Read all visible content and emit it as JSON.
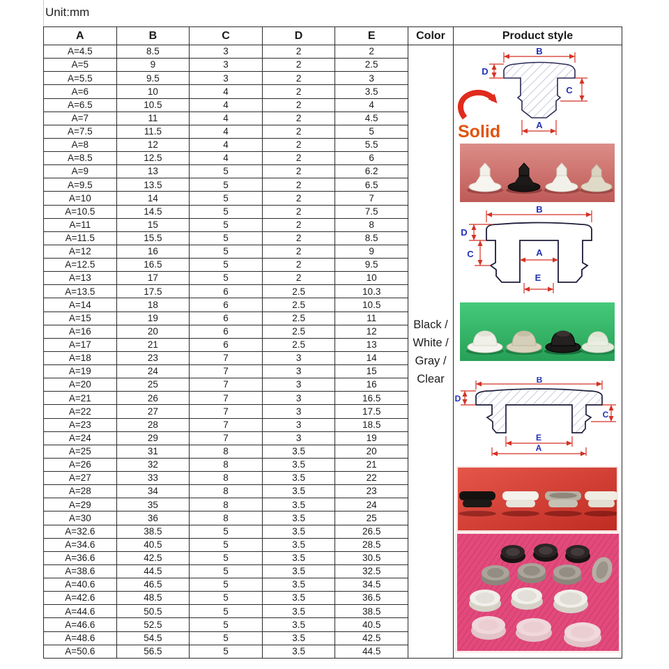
{
  "unit_label": "Unit:mm",
  "table": {
    "headers": [
      "A",
      "B",
      "C",
      "D",
      "E",
      "Color",
      "Product style"
    ],
    "keys": [
      "a",
      "b",
      "c",
      "d",
      "e"
    ],
    "rows": [
      [
        "A=4.5",
        "8.5",
        "3",
        "2",
        "2"
      ],
      [
        "A=5",
        "9",
        "3",
        "2",
        "2.5"
      ],
      [
        "A=5.5",
        "9.5",
        "3",
        "2",
        "3"
      ],
      [
        "A=6",
        "10",
        "4",
        "2",
        "3.5"
      ],
      [
        "A=6.5",
        "10.5",
        "4",
        "2",
        "4"
      ],
      [
        "A=7",
        "11",
        "4",
        "2",
        "4.5"
      ],
      [
        "A=7.5",
        "11.5",
        "4",
        "2",
        "5"
      ],
      [
        "A=8",
        "12",
        "4",
        "2",
        "5.5"
      ],
      [
        "A=8.5",
        "12.5",
        "4",
        "2",
        "6"
      ],
      [
        "A=9",
        "13",
        "5",
        "2",
        "6.2"
      ],
      [
        "A=9.5",
        "13.5",
        "5",
        "2",
        "6.5"
      ],
      [
        "A=10",
        "14",
        "5",
        "2",
        "7"
      ],
      [
        "A=10.5",
        "14.5",
        "5",
        "2",
        "7.5"
      ],
      [
        "A=11",
        "15",
        "5",
        "2",
        "8"
      ],
      [
        "A=11.5",
        "15.5",
        "5",
        "2",
        "8.5"
      ],
      [
        "A=12",
        "16",
        "5",
        "2",
        "9"
      ],
      [
        "A=12.5",
        "16.5",
        "5",
        "2",
        "9.5"
      ],
      [
        "A=13",
        "17",
        "5",
        "2",
        "10"
      ],
      [
        "A=13.5",
        "17.5",
        "6",
        "2.5",
        "10.3"
      ],
      [
        "A=14",
        "18",
        "6",
        "2.5",
        "10.5"
      ],
      [
        "A=15",
        "19",
        "6",
        "2.5",
        "11"
      ],
      [
        "A=16",
        "20",
        "6",
        "2.5",
        "12"
      ],
      [
        "A=17",
        "21",
        "6",
        "2.5",
        "13"
      ],
      [
        "A=18",
        "23",
        "7",
        "3",
        "14"
      ],
      [
        "A=19",
        "24",
        "7",
        "3",
        "15"
      ],
      [
        "A=20",
        "25",
        "7",
        "3",
        "16"
      ],
      [
        "A=21",
        "26",
        "7",
        "3",
        "16.5"
      ],
      [
        "A=22",
        "27",
        "7",
        "3",
        "17.5"
      ],
      [
        "A=23",
        "28",
        "7",
        "3",
        "18.5"
      ],
      [
        "A=24",
        "29",
        "7",
        "3",
        "19"
      ],
      [
        "A=25",
        "31",
        "8",
        "3.5",
        "20"
      ],
      [
        "A=26",
        "32",
        "8",
        "3.5",
        "21"
      ],
      [
        "A=27",
        "33",
        "8",
        "3.5",
        "22"
      ],
      [
        "A=28",
        "34",
        "8",
        "3.5",
        "23"
      ],
      [
        "A=29",
        "35",
        "8",
        "3.5",
        "24"
      ],
      [
        "A=30",
        "36",
        "8",
        "3.5",
        "25"
      ],
      [
        "A=32.6",
        "38.5",
        "5",
        "3.5",
        "26.5"
      ],
      [
        "A=34.6",
        "40.5",
        "5",
        "3.5",
        "28.5"
      ],
      [
        "A=36.6",
        "42.5",
        "5",
        "3.5",
        "30.5"
      ],
      [
        "A=38.6",
        "44.5",
        "5",
        "3.5",
        "32.5"
      ],
      [
        "A=40.6",
        "46.5",
        "5",
        "3.5",
        "34.5"
      ],
      [
        "A=42.6",
        "48.5",
        "5",
        "3.5",
        "36.5"
      ],
      [
        "A=44.6",
        "50.5",
        "5",
        "3.5",
        "38.5"
      ],
      [
        "A=46.6",
        "52.5",
        "5",
        "3.5",
        "40.5"
      ],
      [
        "A=48.6",
        "54.5",
        "5",
        "3.5",
        "42.5"
      ],
      [
        "A=50.6",
        "56.5",
        "5",
        "3.5",
        "44.5"
      ]
    ]
  },
  "color_column_text": [
    "Black /",
    "White /",
    "Gray /",
    "Clear"
  ],
  "figures": {
    "solid_label": "Solid",
    "labels": {
      "a": "A",
      "b": "B",
      "c": "C",
      "d": "D",
      "e": "E"
    }
  },
  "colors": {
    "grid_line": "#2b2b2b",
    "dimension_red": "#d43225",
    "label_blue": "#2230b8",
    "solid_orange": "#e0540e",
    "photo1_bg": "#c9625e",
    "photo2_bg": "#2fae60",
    "photo3_bg": "#d5392b",
    "photo4_bg": "#e24a7c"
  }
}
